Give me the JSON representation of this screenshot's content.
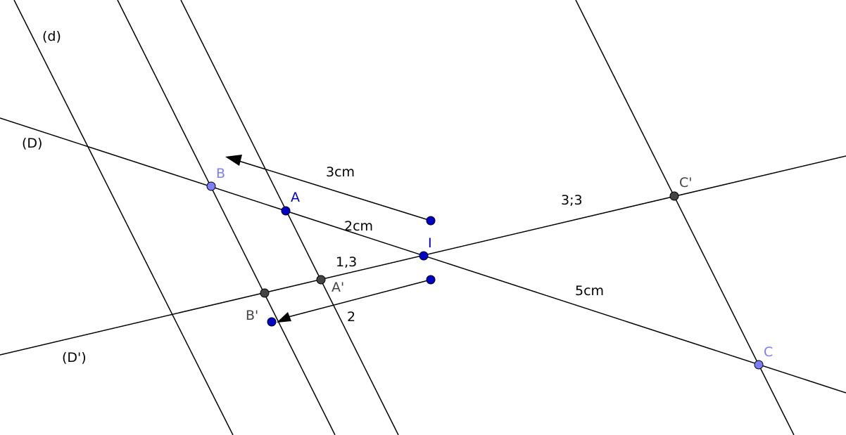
{
  "labels": {
    "d": "(d)",
    "D": "(D)",
    "Dprime": "(D')",
    "B": "B",
    "A": "A",
    "I": "I",
    "C": "C",
    "Aprime": "A'",
    "Bprime": "B'",
    "Cprime": "C'",
    "len_3cm": "3cm",
    "len_2cm": "2cm",
    "len_5cm": "5cm",
    "len_13": "1,3",
    "len_33": "3;3",
    "len_2": "2"
  },
  "colors": {
    "line": "#000000",
    "point_blue": "#0000cc",
    "point_lightblue": "#7d7dff",
    "point_gray": "#444444"
  }
}
